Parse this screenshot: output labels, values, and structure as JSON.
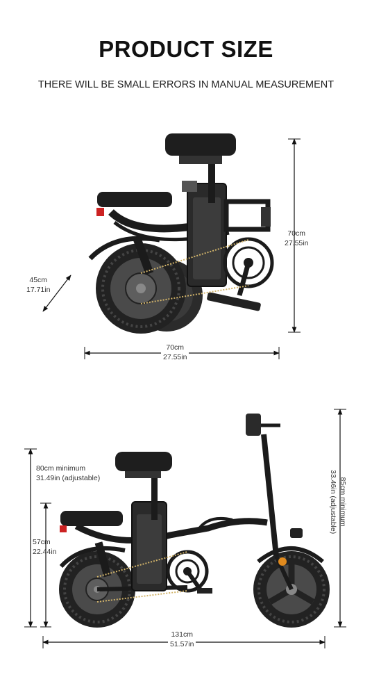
{
  "title": "PRODUCT SIZE",
  "subtitle": "THERE WILL BE SMALL ERRORS IN MANUAL MEASUREMENT",
  "folded": {
    "height": {
      "cm": "70cm",
      "in": "27.55in"
    },
    "length": {
      "cm": "70cm",
      "in": "27.55in"
    },
    "width": {
      "cm": "45cm",
      "in": "17.71in"
    }
  },
  "unfolded": {
    "seat_height": {
      "cm": "80cm minimum",
      "in": "31.49in (adjustable)"
    },
    "rear_seat_height": {
      "cm": "57cm",
      "in": "22.44in"
    },
    "handlebar_height": {
      "cm": "85cm minimum",
      "in": "33.46in (adjustable)"
    },
    "length": {
      "cm": "131cm",
      "in": "51.57in"
    }
  },
  "colors": {
    "frame": "#1b1b1b",
    "tire": "#2a2a2a",
    "accent": "#e08a1e",
    "chain": "#d2b46a",
    "reflector": "#cc2222"
  }
}
